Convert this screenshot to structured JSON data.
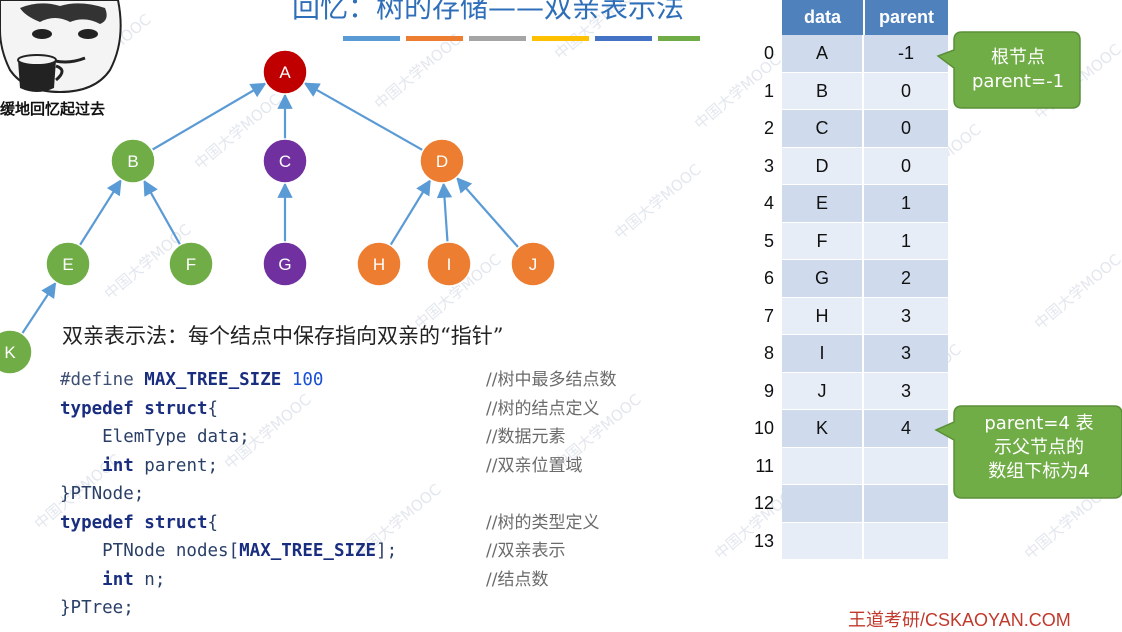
{
  "title": "回忆：树的存储——双亲表示法",
  "title_bar_colors": [
    "#5b9bd5",
    "#ed7d31",
    "#a5a5a5",
    "#ffc000",
    "#4472c4",
    "#70ad47"
  ],
  "meme": {
    "caption": "缓地回忆起过去"
  },
  "tree": {
    "nodes": [
      {
        "label": "A",
        "color": "#c00000"
      },
      {
        "label": "B",
        "color": "#70ad47"
      },
      {
        "label": "C",
        "color": "#7030a0"
      },
      {
        "label": "D",
        "color": "#ed7d31"
      },
      {
        "label": "E",
        "color": "#70ad47"
      },
      {
        "label": "F",
        "color": "#70ad47"
      },
      {
        "label": "G",
        "color": "#7030a0"
      },
      {
        "label": "H",
        "color": "#ed7d31"
      },
      {
        "label": "I",
        "color": "#ed7d31"
      },
      {
        "label": "J",
        "color": "#ed7d31"
      },
      {
        "label": "K",
        "color": "#70ad47"
      }
    ],
    "edge_color": "#5b9bd5"
  },
  "description": "双亲表示法：每个结点中保存指向双亲的“指针”",
  "code": {
    "lines": [
      {
        "parts": [
          {
            "t": "#define ",
            "c": "dim"
          },
          {
            "t": "MAX_TREE_SIZE",
            "c": "kw"
          },
          {
            "t": " ",
            "c": ""
          },
          {
            "t": "100",
            "c": "num"
          }
        ],
        "comment": "//树中最多结点数"
      },
      {
        "parts": [
          {
            "t": "typedef struct",
            "c": "kw"
          },
          {
            "t": "{",
            "c": ""
          }
        ],
        "comment": "//树的结点定义"
      },
      {
        "parts": [
          {
            "t": "    ElemType data;",
            "c": ""
          }
        ],
        "comment": "//数据元素"
      },
      {
        "parts": [
          {
            "t": "    ",
            "c": ""
          },
          {
            "t": "int",
            "c": "kw"
          },
          {
            "t": " parent;",
            "c": ""
          }
        ],
        "comment": "//双亲位置域"
      },
      {
        "parts": [
          {
            "t": "}PTNode;",
            "c": ""
          }
        ],
        "comment": ""
      },
      {
        "parts": [
          {
            "t": "typedef struct",
            "c": "kw"
          },
          {
            "t": "{",
            "c": ""
          }
        ],
        "comment": "//树的类型定义"
      },
      {
        "parts": [
          {
            "t": "    PTNode nodes[",
            "c": ""
          },
          {
            "t": "MAX_TREE_SIZE",
            "c": "kw"
          },
          {
            "t": "];",
            "c": ""
          }
        ],
        "comment": "//双亲表示"
      },
      {
        "parts": [
          {
            "t": "    ",
            "c": ""
          },
          {
            "t": "int",
            "c": "kw"
          },
          {
            "t": " n;",
            "c": ""
          }
        ],
        "comment": "//结点数"
      },
      {
        "parts": [
          {
            "t": "}PTree;",
            "c": ""
          }
        ],
        "comment": ""
      }
    ]
  },
  "table": {
    "headers": [
      "data",
      "parent"
    ],
    "header_color": "#4f81bd",
    "rows": [
      {
        "index": "0",
        "data": "A",
        "parent": "-1"
      },
      {
        "index": "1",
        "data": "B",
        "parent": "0"
      },
      {
        "index": "2",
        "data": "C",
        "parent": "0"
      },
      {
        "index": "3",
        "data": "D",
        "parent": "0"
      },
      {
        "index": "4",
        "data": "E",
        "parent": "1"
      },
      {
        "index": "5",
        "data": "F",
        "parent": "1"
      },
      {
        "index": "6",
        "data": "G",
        "parent": "2"
      },
      {
        "index": "7",
        "data": "H",
        "parent": "3"
      },
      {
        "index": "8",
        "data": "I",
        "parent": "3"
      },
      {
        "index": "9",
        "data": "J",
        "parent": "3"
      },
      {
        "index": "10",
        "data": "K",
        "parent": "4"
      },
      {
        "index": "11",
        "data": "",
        "parent": ""
      },
      {
        "index": "12",
        "data": "",
        "parent": ""
      },
      {
        "index": "13",
        "data": "",
        "parent": ""
      }
    ]
  },
  "callouts": [
    {
      "lines": [
        "根节点",
        "parent=-1"
      ],
      "color": "#70ad47"
    },
    {
      "lines": [
        "parent=4 表",
        "示父节点的",
        "数组下标为4"
      ],
      "color": "#70ad47"
    }
  ],
  "watermark": "中国大学MOOC",
  "brand": "王道考研/CSKAOYAN.COM"
}
